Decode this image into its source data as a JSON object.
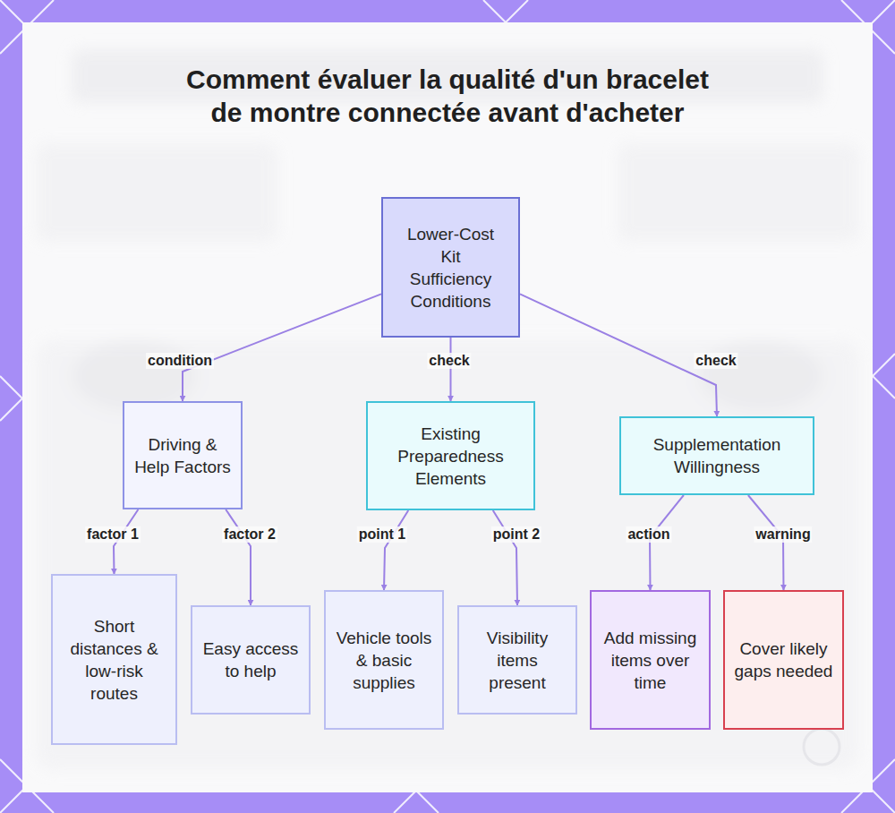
{
  "diagram": {
    "title": "Comment évaluer la qualité d'un bracelet de montre connectée avant d'acheter",
    "nodes": [
      {
        "text": [
          "Lower-Cost Kit Sufficiency Conditions"
        ]
      },
      {
        "text": [
          "Driving & Help Factors"
        ]
      },
      {
        "text": [
          "Existing Preparedness Elements"
        ]
      },
      {
        "text": [
          "Supplementation Willingness"
        ]
      },
      {
        "text": [
          "Short distances & low-risk routes"
        ]
      },
      {
        "text": [
          "Easy access to help"
        ]
      },
      {
        "text": [
          "Vehicle tools & basic supplies"
        ]
      },
      {
        "text": [
          "Visibility items present"
        ]
      },
      {
        "text": [
          "Add missing items over time"
        ]
      },
      {
        "text": [
          "Cover likely gaps needed"
        ]
      }
    ],
    "edges": [
      {
        "from": 0,
        "to": 1,
        "label": "condition",
        "arrow": "to"
      },
      {
        "from": 0,
        "to": 2,
        "label": "check",
        "arrow": "to"
      },
      {
        "from": 0,
        "to": 3,
        "label": "check",
        "arrow": "to"
      },
      {
        "from": 1,
        "to": 4,
        "label": "factor 1",
        "arrow": "to"
      },
      {
        "from": 1,
        "to": 5,
        "label": "factor 2",
        "arrow": "to"
      },
      {
        "from": 2,
        "to": 6,
        "label": "point 1",
        "arrow": "to"
      },
      {
        "from": 2,
        "to": 7,
        "label": "point 2",
        "arrow": "to"
      },
      {
        "from": 3,
        "to": 8,
        "label": "action",
        "arrow": "to"
      },
      {
        "from": 3,
        "to": 9,
        "label": "warning",
        "arrow": "to"
      }
    ]
  }
}
